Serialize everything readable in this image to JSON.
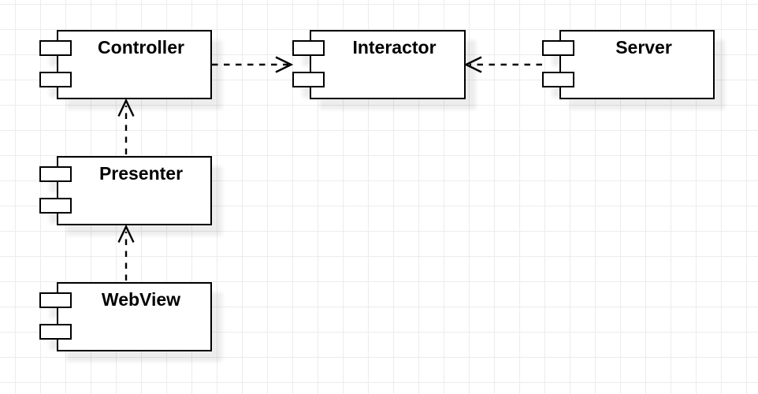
{
  "diagram": {
    "kind": "uml-component-diagram",
    "components": [
      {
        "id": "controller",
        "label": "Controller"
      },
      {
        "id": "interactor",
        "label": "Interactor"
      },
      {
        "id": "server",
        "label": "Server"
      },
      {
        "id": "presenter",
        "label": "Presenter"
      },
      {
        "id": "webview",
        "label": "WebView"
      }
    ],
    "connections": [
      {
        "from": "Controller",
        "to": "Interactor",
        "line": "dashed",
        "arrowhead": "open",
        "direction": "right"
      },
      {
        "from": "Server",
        "to": "Interactor",
        "line": "dashed",
        "arrowhead": "open",
        "direction": "left"
      },
      {
        "from": "Presenter",
        "to": "Controller",
        "line": "dashed",
        "arrowhead": "open",
        "direction": "up"
      },
      {
        "from": "WebView",
        "to": "Presenter",
        "line": "dashed",
        "arrowhead": "open",
        "direction": "up"
      }
    ]
  },
  "theme": {
    "background": "#ffffff",
    "grid_line": "#ececec",
    "shape_fill": "#ffffff",
    "shape_stroke": "#000000",
    "label_color": "#000000"
  }
}
